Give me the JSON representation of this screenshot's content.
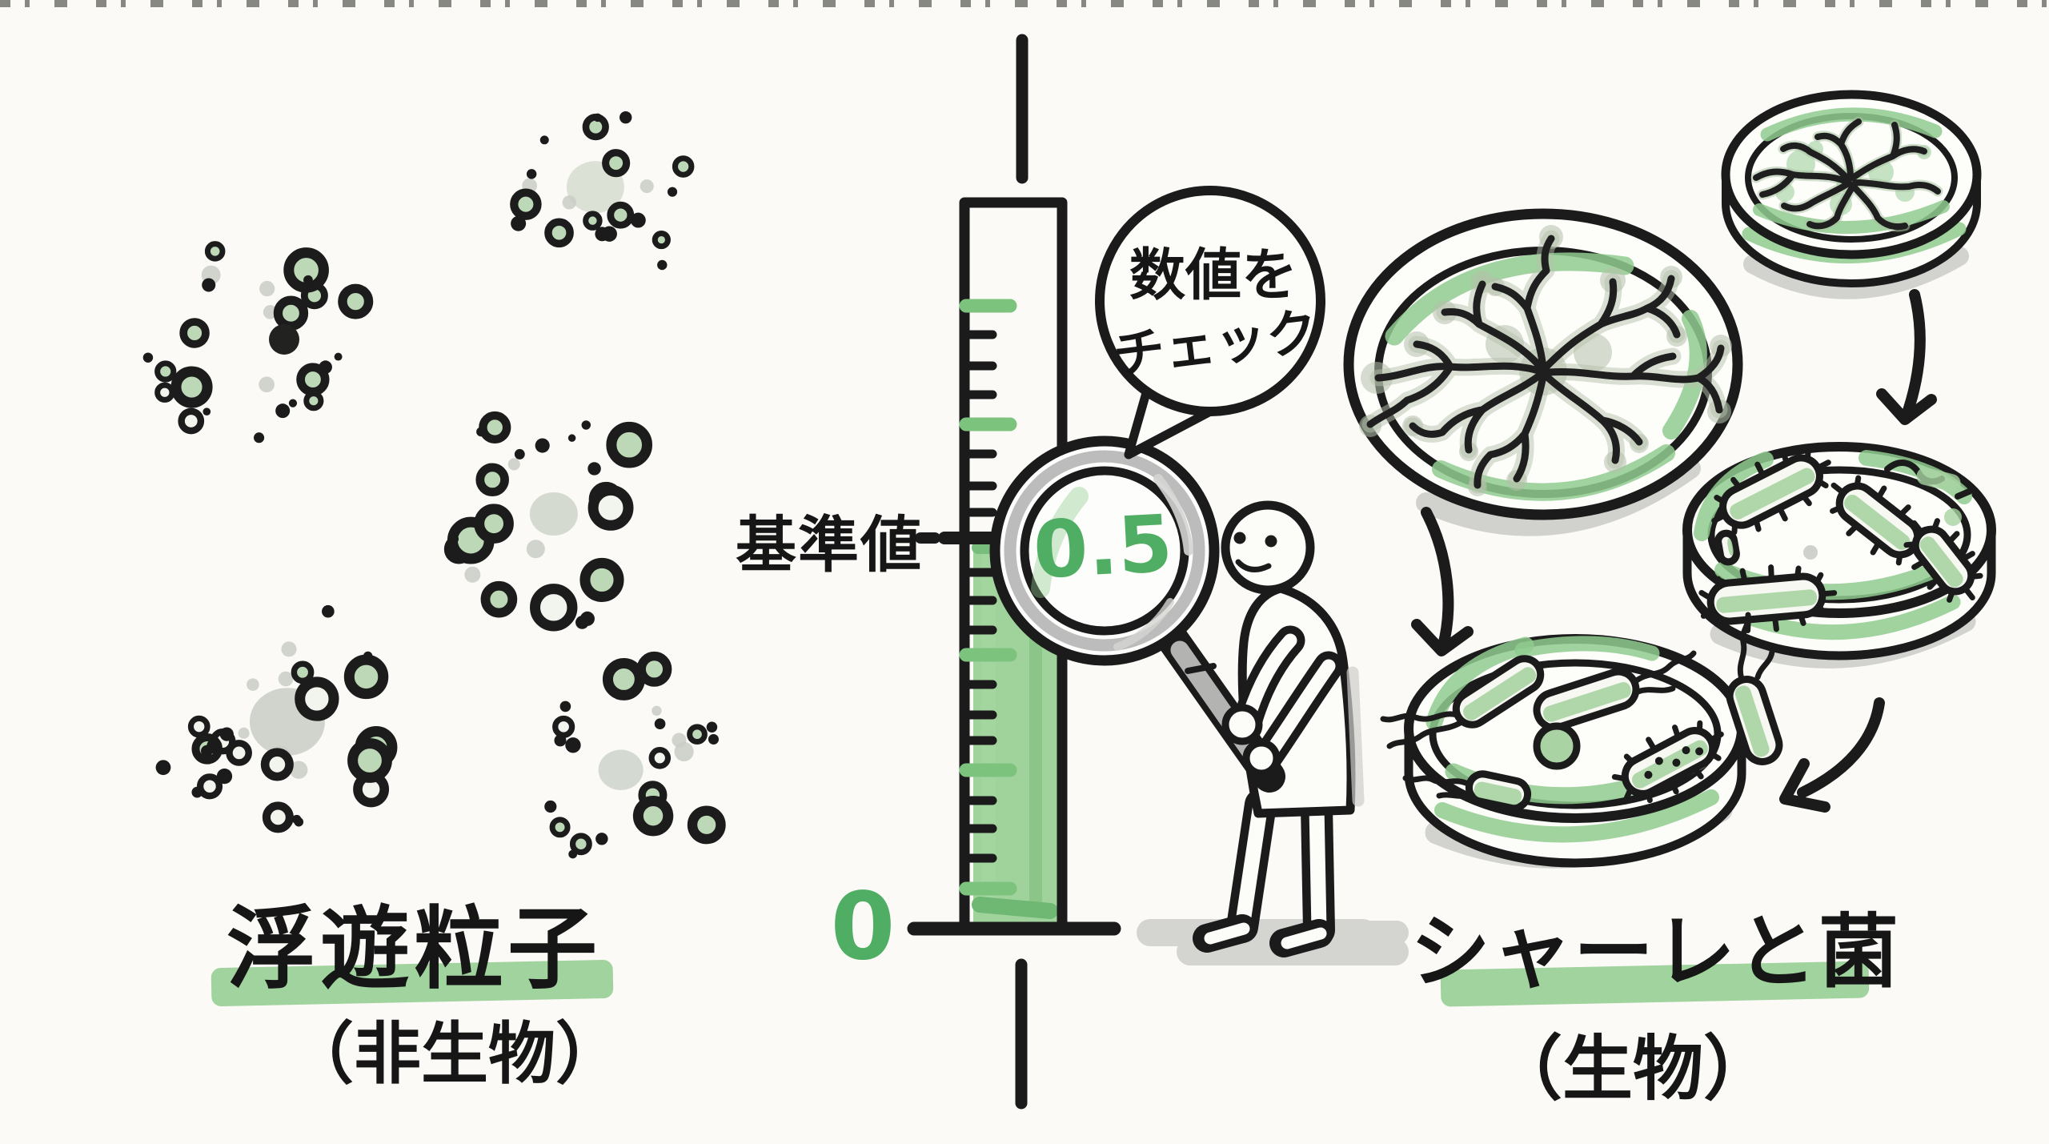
{
  "colors": {
    "background": "#fbfaf6",
    "ink": "#1b1b1b",
    "marker_green": "#8fcb8e",
    "value_green": "#4fae63",
    "particle_green": "#bcd8b6",
    "mold_gray_green": "#b5c1ab",
    "shadow_gray": "#c8c8c5"
  },
  "left_panel": {
    "title": "浮遊粒子",
    "subtitle": "（非生物）"
  },
  "gauge": {
    "reference_label": "基準値",
    "zero_label": "0",
    "lens_value": "0.5",
    "bubble_line1": "数値を",
    "bubble_line2": "チェック"
  },
  "right_panel": {
    "title": "シャーレと菌",
    "subtitle": "（生物）"
  }
}
